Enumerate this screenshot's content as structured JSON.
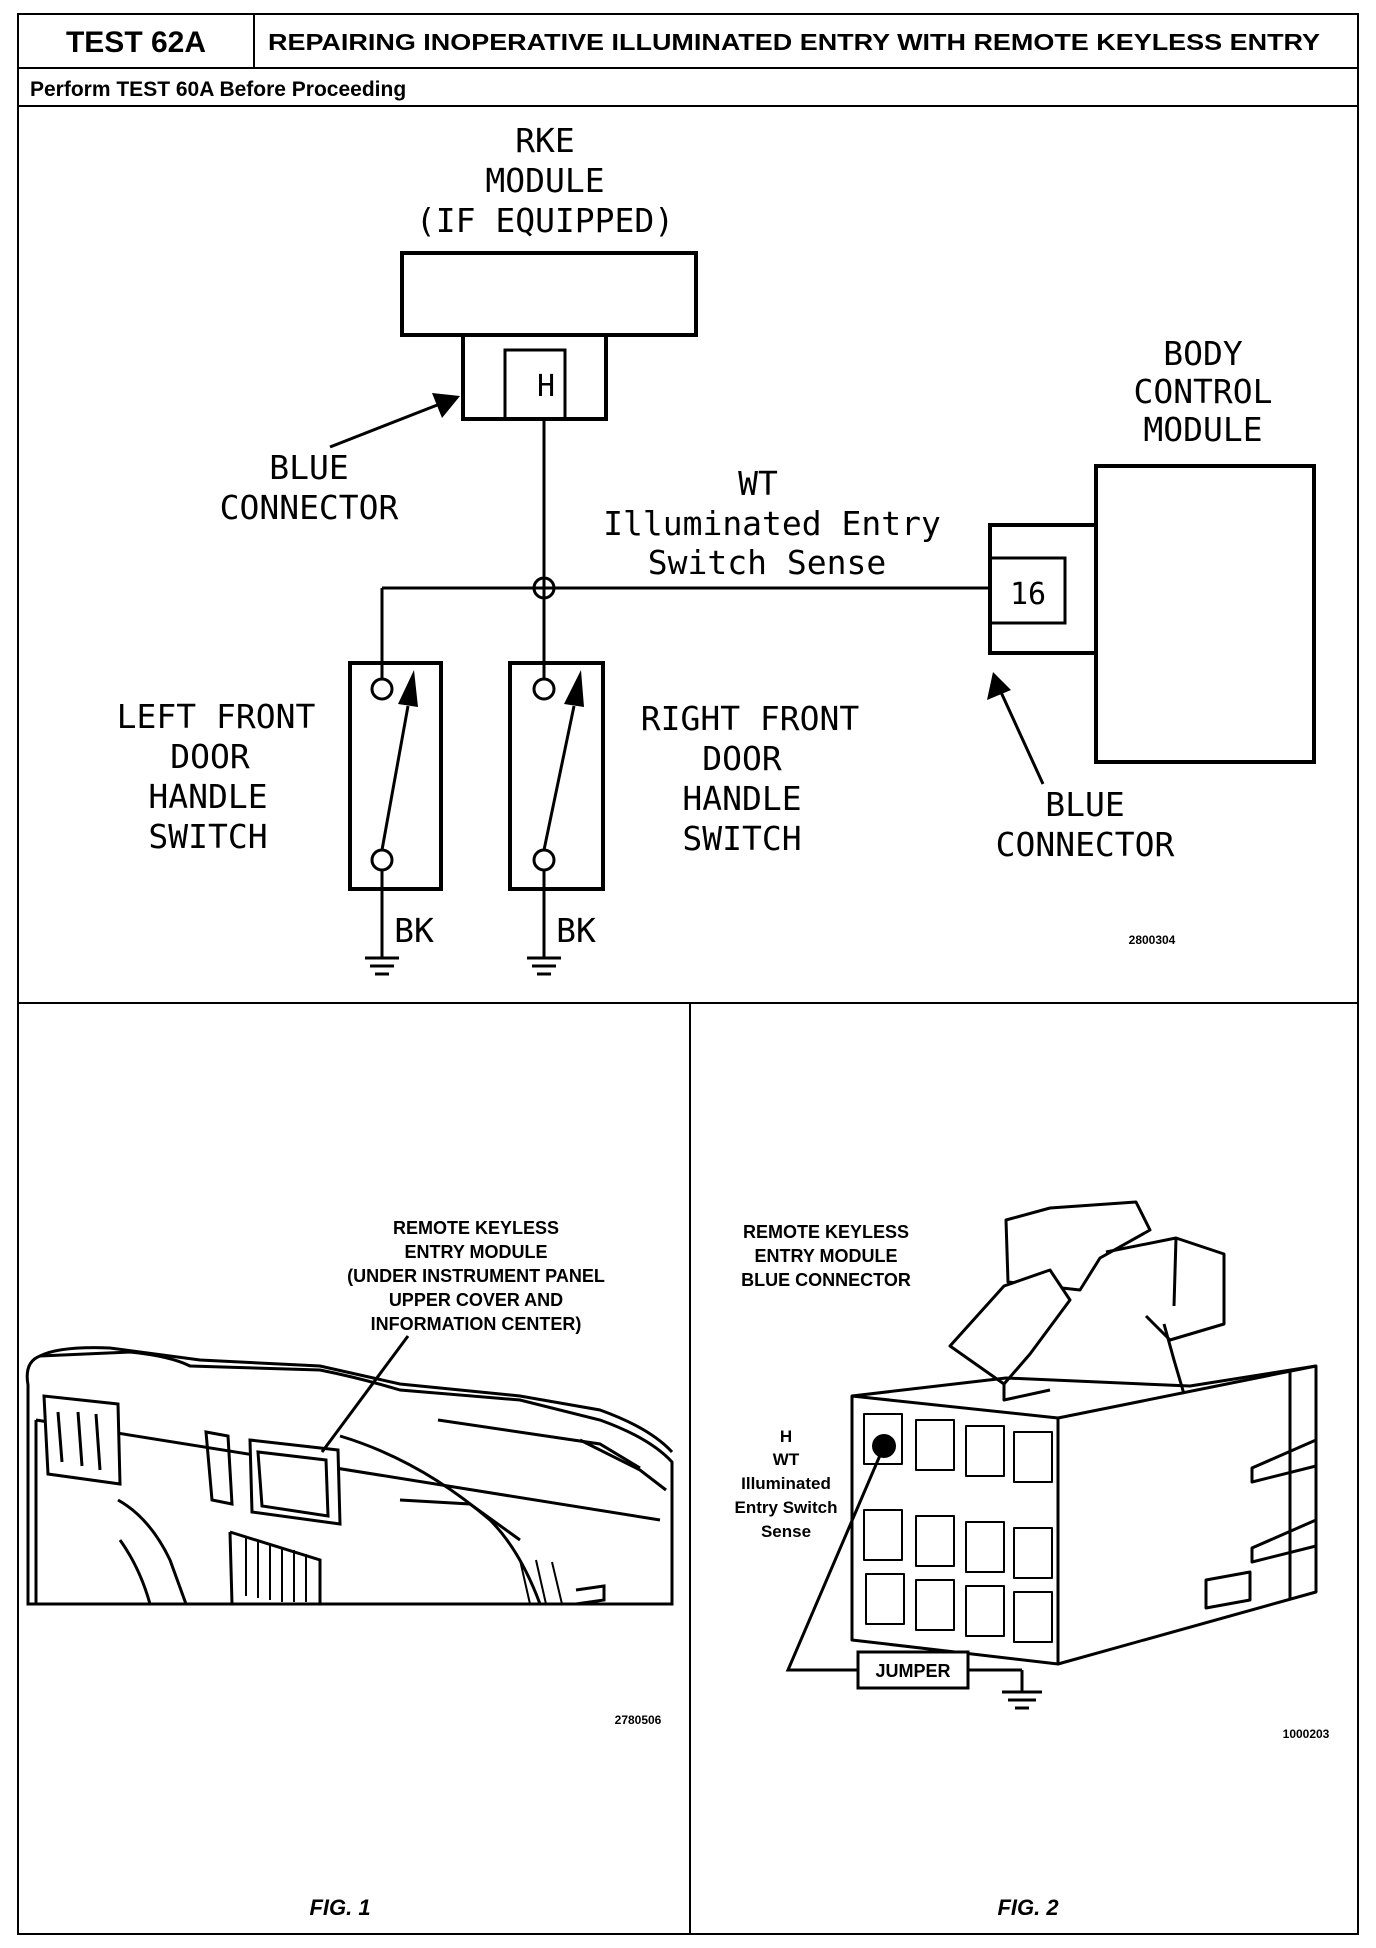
{
  "header": {
    "test_id": "TEST 62A",
    "title": "REPAIRING INOPERATIVE ILLUMINATED ENTRY WITH REMOTE KEYLESS ENTRY",
    "prerequisite": "Perform TEST 60A Before Proceeding"
  },
  "schematic": {
    "rke_module_label": [
      "RKE",
      "MODULE",
      "(IF EQUIPPED)"
    ],
    "rke_pin": "H",
    "rke_connector_label": [
      "BLUE",
      "CONNECTOR"
    ],
    "wire_label": [
      "WT",
      "Illuminated Entry",
      "Switch Sense"
    ],
    "bcm_label": [
      "BODY",
      "CONTROL",
      "MODULE"
    ],
    "bcm_pin": "16",
    "bcm_connector_label": [
      "BLUE",
      "CONNECTOR"
    ],
    "left_switch_label": [
      "LEFT FRONT",
      "DOOR",
      "HANDLE",
      "SWITCH"
    ],
    "right_switch_label": [
      "RIGHT FRONT",
      "DOOR",
      "HANDLE",
      "SWITCH"
    ],
    "left_ground_wire": "BK",
    "right_ground_wire": "BK",
    "code": "2800304"
  },
  "fig1": {
    "callout": [
      "REMOTE KEYLESS",
      "ENTRY MODULE",
      "(UNDER INSTRUMENT PANEL",
      "UPPER COVER AND",
      "INFORMATION CENTER)"
    ],
    "code": "2780506",
    "caption": "FIG. 1"
  },
  "fig2": {
    "title": [
      "REMOTE KEYLESS",
      "ENTRY MODULE",
      "BLUE CONNECTOR"
    ],
    "pin_label": [
      "H",
      "WT",
      "Illuminated",
      "Entry Switch",
      "Sense"
    ],
    "jumper_label": "JUMPER",
    "code": "1000203",
    "caption": "FIG. 2"
  }
}
